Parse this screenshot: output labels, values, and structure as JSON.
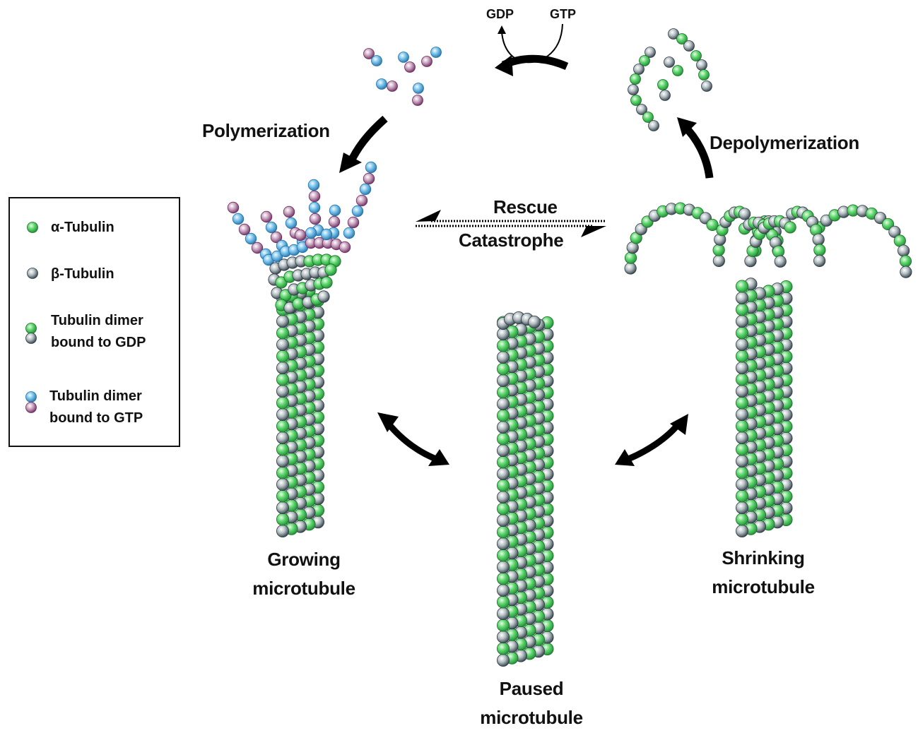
{
  "colors": {
    "alpha_tubulin": "#2fbf4a",
    "beta_tubulin": "#5c6b70",
    "gtp_beta": "#3f9fd6",
    "gtp_alpha": "#8e4a7c",
    "arrow": "#000000",
    "border": "#111111"
  },
  "legend": {
    "items": [
      {
        "label": "α-Tubulin",
        "icon": "alpha-tubulin-sphere-icon"
      },
      {
        "label": "β-Tubulin",
        "icon": "beta-tubulin-sphere-icon"
      },
      {
        "label_line1": "Tubulin dimer",
        "label_line2": "bound to GDP",
        "icon": "gdp-dimer-icon"
      },
      {
        "label_line1": "Tubulin dimer",
        "label_line2": "bound to GTP",
        "icon": "gtp-dimer-icon"
      }
    ]
  },
  "labels": {
    "gdp": "GDP",
    "gtp": "GTP",
    "polymerization": "Polymerization",
    "depolymerization": "Depolymerization",
    "rescue": "Rescue",
    "catastrophe": "Catastrophe",
    "growing_line1": "Growing",
    "growing_line2": "microtubule",
    "shrinking_line1": "Shrinking",
    "shrinking_line2": "microtubule",
    "paused_line1": "Paused",
    "paused_line2": "microtubule"
  }
}
